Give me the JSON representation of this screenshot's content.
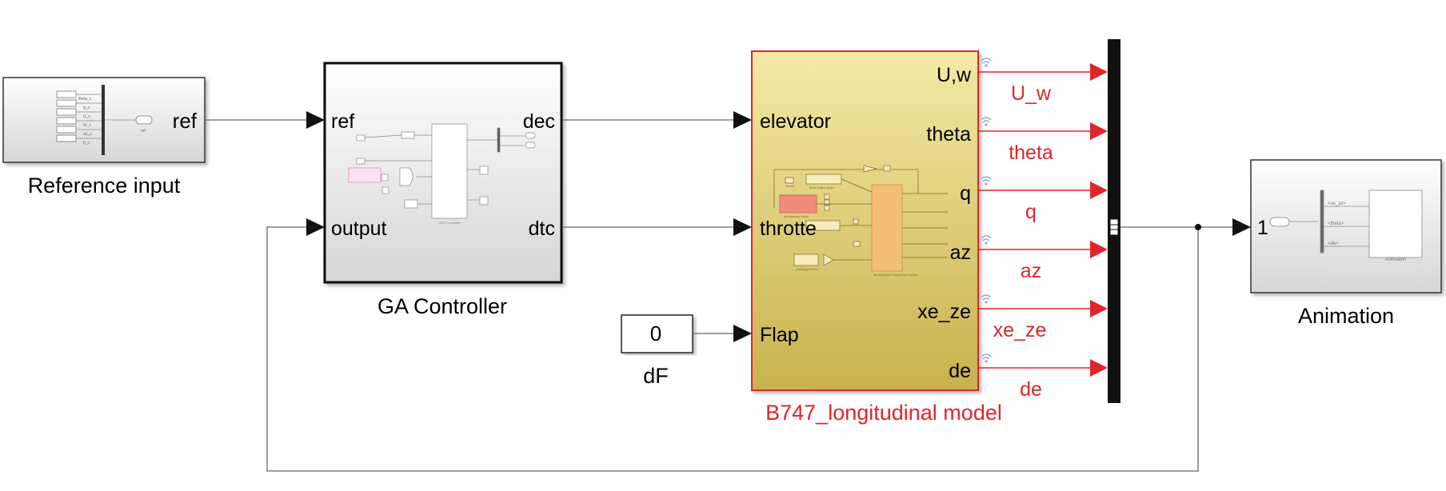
{
  "blocks": {
    "reference_input": {
      "name": "Reference input",
      "port_out": "ref",
      "inner_labels": [
        "theta_c",
        "q_c",
        "U_c",
        "W_c",
        "ae_c",
        "h_c"
      ],
      "inner_outport": "ref"
    },
    "ga_controller": {
      "name": "GA Controller",
      "port_in": [
        "ref",
        "output"
      ],
      "port_out": [
        "dec",
        "dtc"
      ],
      "inner_label": "MPC Controller"
    },
    "b747_model": {
      "name": "B747_longitudinal model",
      "port_in": [
        "elevator",
        "throtte",
        "Flap"
      ],
      "port_out": [
        "U,w",
        "theta",
        "q",
        "az",
        "xe_ze",
        "de"
      ],
      "inner_labels": {
        "throttle": "throttle",
        "engine": "Basic Engine Model",
        "aero": "Aerodynamic Model",
        "eom": "Aerodynamic & Equations of Motion",
        "gear": "Landing gear(0/1)"
      },
      "accent_color": "#e0252a"
    },
    "df_constant": {
      "name": "dF",
      "value": "0"
    },
    "animation": {
      "name": "Animation",
      "port_in": "1",
      "inner_signals": [
        "<xe_ze>",
        "<theta>",
        "<de>"
      ],
      "inner_block": "Animation"
    }
  },
  "signals": [
    "U_w",
    "theta",
    "q",
    "az",
    "xe_ze",
    "de"
  ],
  "colors": {
    "signal_red": "#e0252a",
    "line": "#555555",
    "mux": "#111111"
  }
}
